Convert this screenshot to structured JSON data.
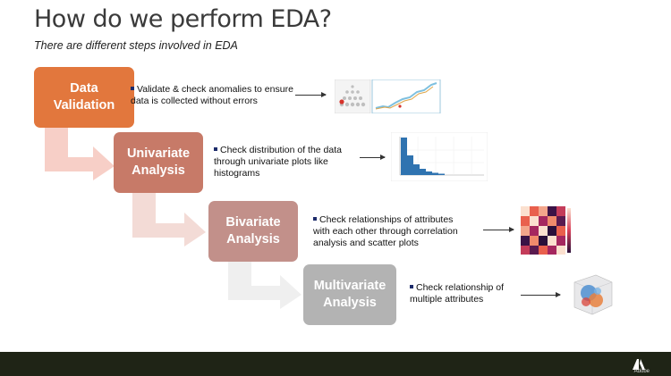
{
  "slide": {
    "title": "How do we perform EDA?",
    "subtitle": "There are different steps involved in EDA"
  },
  "steps": [
    {
      "label": "Data\nValidation",
      "color": "#e2773d",
      "bullet": "Validate & check anomalies to ensure\ndata is collected without errors"
    },
    {
      "label": "Univariate\nAnalysis",
      "color": "#c77a68",
      "bullet": "Check distribution of the data\nthrough univariate plots like\nhistograms"
    },
    {
      "label": "Bivariate\nAnalysis",
      "color": "#c2908a",
      "bullet": "Check relationships of attributes\nwith each other through correlation\nanalysis and scatter plots"
    },
    {
      "label": "Multivariate\nAnalysis",
      "color": "#b3b3b3",
      "bullet": "Check relationship of\nmultiple attributes"
    }
  ],
  "icons": {
    "validation_thumbnail": "anomaly-plot-icon",
    "univariate_thumbnail": "histogram-icon",
    "bivariate_thumbnail": "correlation-heatmap-icon",
    "multivariate_thumbnail": "3d-cluster-plot-icon"
  },
  "footer": {
    "brand": "Adobe",
    "background": "#1f2416"
  }
}
